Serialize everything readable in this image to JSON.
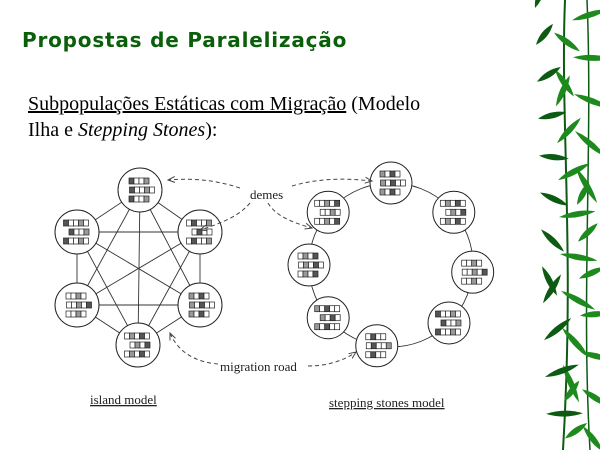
{
  "slide": {
    "title": "Propostas de Paralelização",
    "subtitle_underlined": "Subpopulações Estáticas com Migração",
    "subtitle_rest1": " (Modelo",
    "subtitle_line2_prefix": "Ilha e ",
    "subtitle_italic": "Stepping Stones",
    "subtitle_line2_suffix": "):"
  },
  "diagram": {
    "label_demes": "demes",
    "label_migration_road": "migration road",
    "caption_island": "island model",
    "caption_stepping": "stepping stones model"
  },
  "colors": {
    "title": "#0a5f0a",
    "bamboo_leaf": "#1e8a1e",
    "bamboo_dark": "#0d5a12"
  }
}
